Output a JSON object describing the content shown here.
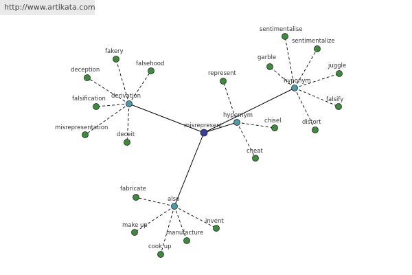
{
  "watermark": {
    "text": "http://www.artikata.com"
  },
  "colors": {
    "center": "#3a3f9a",
    "relation": "#4e9aa8",
    "leaf": "#3f8a3f",
    "edge": "#000000"
  },
  "graph": {
    "center": {
      "label": "misrepresent"
    },
    "relations": [
      {
        "id": "derivation",
        "label": "derivation",
        "words": [
          "deception",
          "fakery",
          "falsehood",
          "falsification",
          "misrepresentation",
          "deceit"
        ]
      },
      {
        "id": "hypernym1",
        "label": "hypernym",
        "words": [
          "represent",
          "chisel",
          "cheat"
        ]
      },
      {
        "id": "hyponym",
        "label": "hyponym",
        "words": [
          "sentimentalise",
          "sentimentalize",
          "garble",
          "juggle",
          "falsify",
          "distort"
        ]
      },
      {
        "id": "also",
        "label": "also",
        "words": [
          "fabricate",
          "make up",
          "invent",
          "manufacture",
          "cook up"
        ]
      }
    ]
  }
}
